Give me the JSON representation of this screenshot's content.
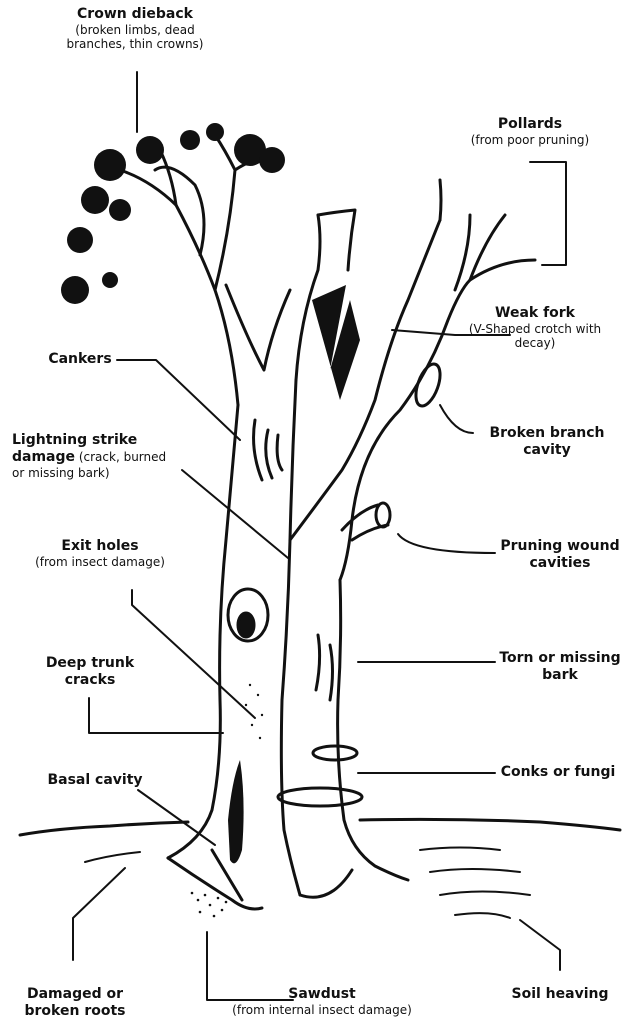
{
  "labels": {
    "crown_dieback": {
      "title": "Crown dieback",
      "sub1": "(broken limbs, dead",
      "sub2": "branches, thin crowns)"
    },
    "pollards": {
      "title": "Pollards",
      "sub1": "(from poor pruning)"
    },
    "weak_fork": {
      "title": "Weak fork",
      "sub1": "(V-Shaped crotch with",
      "sub2": "decay)"
    },
    "cankers": {
      "title": "Cankers"
    },
    "broken_branch": {
      "line1": "Broken branch",
      "line2": "cavity"
    },
    "lightning": {
      "line1": "Lightning strike",
      "line2_bold": "damage",
      "line2_rest": " (crack, burned",
      "line3": "or missing bark)"
    },
    "exit_holes": {
      "title": "Exit holes",
      "sub1": "(from insect damage)"
    },
    "pruning": {
      "line1": "Pruning wound",
      "line2": "cavities"
    },
    "deep_trunk": {
      "line1": "Deep trunk",
      "line2": "cracks"
    },
    "torn_bark": {
      "line1": "Torn or missing",
      "line2": "bark"
    },
    "basal": {
      "title": "Basal cavity"
    },
    "conks": {
      "title": "Conks or fungi"
    },
    "damaged_roots": {
      "line1": "Damaged or",
      "line2": "broken roots"
    },
    "sawdust": {
      "title": "Sawdust",
      "sub1": "(from internal insect damage)"
    },
    "soil": {
      "title": "Soil heaving"
    }
  },
  "colors": {
    "ink": "#111111",
    "background": "#ffffff"
  }
}
